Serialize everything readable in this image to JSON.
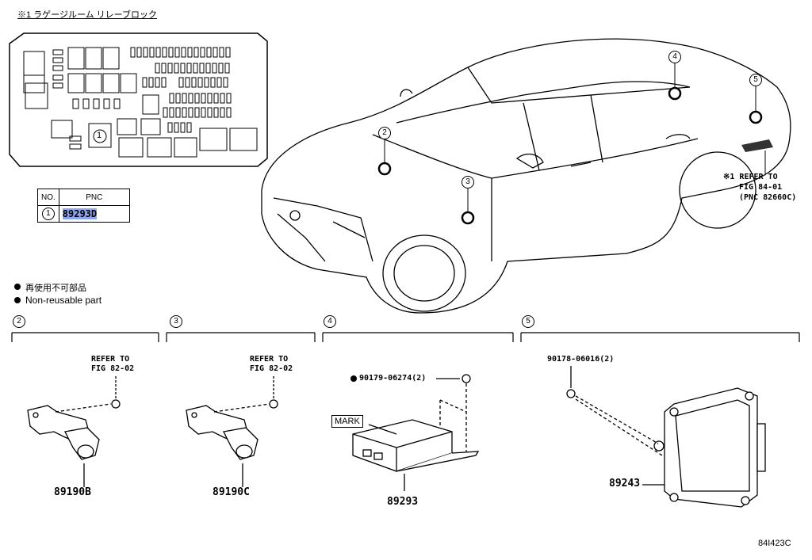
{
  "relay_block": {
    "title": "※1 ラゲージルーム リレーブロック",
    "ref_index": "1"
  },
  "pnc_table": {
    "col_no": "NO.",
    "col_pnc": "PNC",
    "row_no": "1",
    "row_pnc": "89293D"
  },
  "legend": {
    "jp": "再使用不可部品",
    "en": "Non-reusable part"
  },
  "car_callouts": [
    "2",
    "3",
    "4",
    "5"
  ],
  "refer_note": {
    "line1": "※1 REFER TO",
    "line2": "FIG 84-01",
    "line3": "(PNC 82660C)"
  },
  "sections": [
    {
      "num": "2",
      "refer1": "REFER TO",
      "refer2": "FIG 82-02",
      "part": "89190B"
    },
    {
      "num": "3",
      "refer1": "REFER TO",
      "refer2": "FIG 82-02",
      "part": "89190C"
    },
    {
      "num": "4",
      "fastener": "90179-06274(2)",
      "mark": "MARK",
      "part": "89293"
    },
    {
      "num": "5",
      "fastener": "90178-06016(2)",
      "part": "89243"
    }
  ],
  "figure_code": "84I423C"
}
